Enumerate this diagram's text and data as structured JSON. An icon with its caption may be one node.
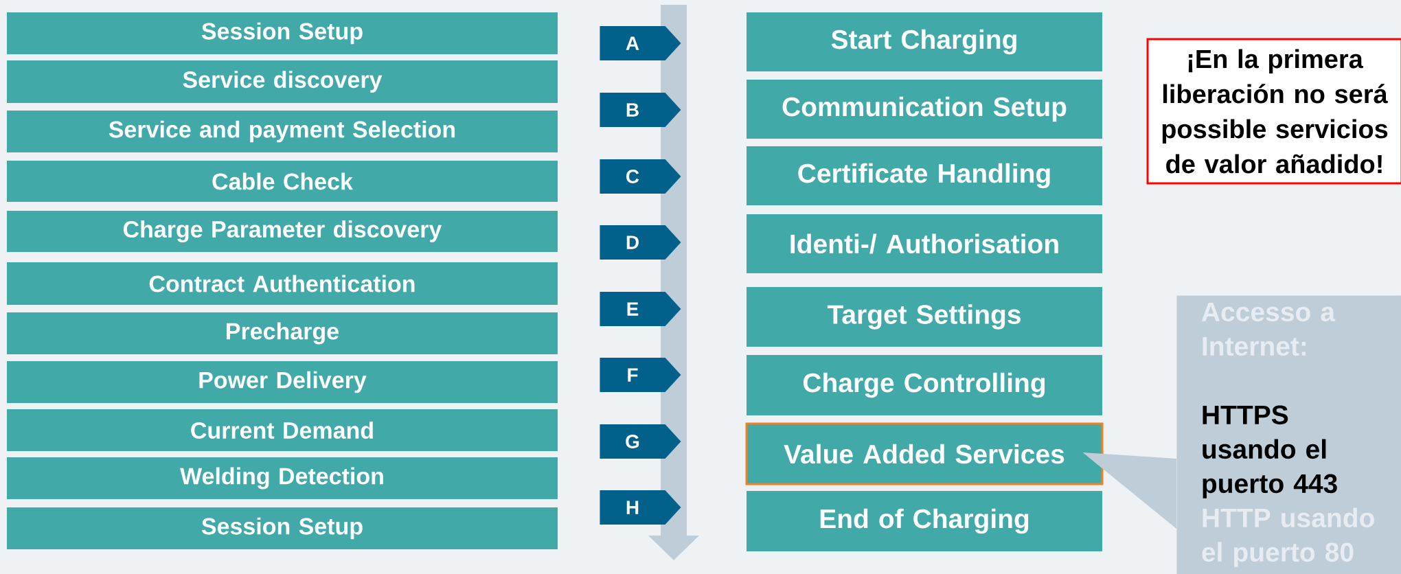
{
  "diagram": {
    "nodes": [
      {
        "text": [
          "Session Setup"
        ]
      },
      {
        "text": [
          "Service discovery"
        ]
      },
      {
        "text": [
          "Service and payment Selection"
        ]
      },
      {
        "text": [
          "Cable Check"
        ]
      },
      {
        "text": [
          "Charge Parameter discovery"
        ]
      },
      {
        "text": [
          "Contract Authentication"
        ]
      },
      {
        "text": [
          "Precharge"
        ]
      },
      {
        "text": [
          "Power Delivery"
        ]
      },
      {
        "text": [
          "Current Demand"
        ]
      },
      {
        "text": [
          "Welding Detection"
        ]
      },
      {
        "text": [
          "Session Setup"
        ]
      },
      {
        "text": [
          "A"
        ]
      },
      {
        "text": [
          "B"
        ]
      },
      {
        "text": [
          "C"
        ]
      },
      {
        "text": [
          "D"
        ]
      },
      {
        "text": [
          "E"
        ]
      },
      {
        "text": [
          "F"
        ]
      },
      {
        "text": [
          "G"
        ]
      },
      {
        "text": [
          "H"
        ]
      },
      {
        "text": [
          "Start Charging"
        ]
      },
      {
        "text": [
          "Communication Setup"
        ]
      },
      {
        "text": [
          "Certificate Handling"
        ]
      },
      {
        "text": [
          "Identi-/ Authorisation"
        ]
      },
      {
        "text": [
          "Target Settings"
        ]
      },
      {
        "text": [
          "Charge Controlling"
        ]
      },
      {
        "text": [
          "Value Added Services"
        ]
      },
      {
        "text": [
          "End of Charging"
        ]
      },
      {
        "text": [
          "¡En la primera liberación no será possible servicios de valor añadido!"
        ]
      },
      {
        "text": [
          "Accesso a Internet:",
          "HTTPS usando el puerto 443",
          "HTTP usando el puerto 80"
        ]
      }
    ],
    "edges": [
      {
        "from": 28,
        "to": 25,
        "arrow": "to"
      }
    ]
  }
}
